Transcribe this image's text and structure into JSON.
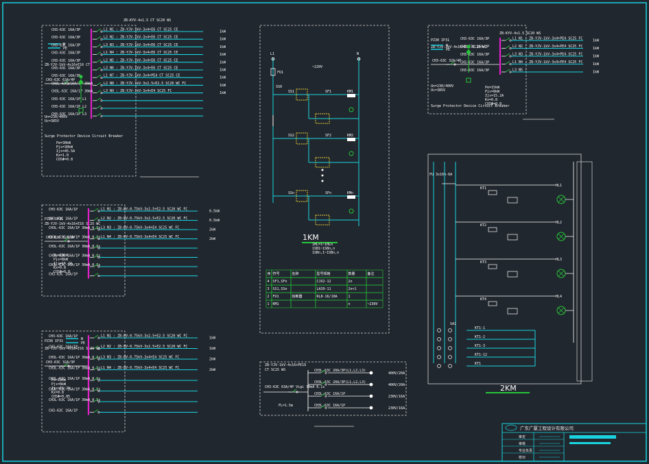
{
  "title_block": {
    "company": "广东广厦工程设计有限公司",
    "rows": [
      "审定",
      "审核",
      "专业负责",
      "校对"
    ]
  },
  "diagram_labels": {
    "km1": "1KM",
    "km2": "2KM",
    "supply_voltage": "~220V",
    "phase_terminal": "L1",
    "neutral_terminal": "N",
    "fuse": "FU1",
    "stop_button": "SS0"
  },
  "panel1": {
    "header": "ZB-KYV-4x1.5 CT SC20 WS",
    "incoming": "ZB-YJV-1kV-4x16+E16 CT",
    "breaker_main": "CH3-63C 63A/4P",
    "params": [
      "Un=230/400V",
      "Uc=385V"
    ],
    "spd": "Surge Protector Device Circuit Breaker",
    "calc": [
      "Pe=30kW",
      "Pjs=30kW",
      "Ijs=45.5A",
      "Kx=1.0",
      "COSΦ=0.8"
    ],
    "circuits": [
      {
        "breaker": "CH3-63C 16A/3P",
        "line": "L1  N1 : ZB-YJV-1kV-3x4+E6 CT SC25 CE",
        "load": "1kW"
      },
      {
        "breaker": "CH3-63C 16A/3P",
        "line": "L2  N2 : ZB-YJV-1kV-3x4+E6 CT SC25 CE",
        "load": "1kW"
      },
      {
        "breaker": "CH3-63C 16A/3P",
        "line": "L3  N3 : ZB-YJV-1kV-3x4+E6 CT SC25 CE",
        "load": "1kW"
      },
      {
        "breaker": "CH3-63C 16A/3P",
        "line": "L1  N4 : ZB-YJV-1kV-3x4+E6 CT SC25 CE",
        "load": "1kW"
      },
      {
        "breaker": "CH3-63C 16A/3P",
        "line": "L2  N5 : ZB-YJV-1kV-3x4+E6 CT SC25 CE",
        "load": "1kW"
      },
      {
        "breaker": "CH3-63C 16A/3P",
        "line": "L3  N6 : ZB-YJV-1kV-3x4+E6 CT SC25 CE",
        "load": "1kW"
      },
      {
        "breaker": "CH3-63C 16A/3P",
        "line": "L1  N7 : ZB-YJV-1kV-3x4+PE4 CT SC25 CE",
        "load": "1kW"
      },
      {
        "breaker": "CH3L-63C 16A/1P 30mA",
        "line": "L2  N8 : ZB-YJV-1kV-3x2.5+E2.5 SC20 WC FC",
        "load": "1kW"
      },
      {
        "breaker": "CH3L-63C 16A/1P 30mA",
        "line": "L3  N9 : ZB-YJV-1kV-3x4+E4 SC25 FC",
        "load": "1kW"
      }
    ],
    "spares": [
      "CH3-63C 16A/1P  L1",
      "CH3-63C 16A/1P  L2",
      "CH3-63C 16A/1P  L3"
    ]
  },
  "panel2": {
    "header": "PZ30 IP31",
    "incoming": "ZB-YJV-1kV-4x16+E16 SC25 WC",
    "breaker_main": "CH3-63C 32A/3P",
    "calc": [
      "Pe=10kW",
      "Pjs=8kW",
      "Ijs=15.2A",
      "Kx=0.8",
      "COSΦ=0.8"
    ],
    "circuits": [
      {
        "breaker": "CH3-63C 16A/1P",
        "line": "L1  N1 : ZB-BV-0.75kV-3x2.5+E2.5 SC20 WC FC",
        "load": "0.5kW"
      },
      {
        "breaker": "CH3-63C 16A/1P",
        "line": "L2  N2 : ZB-BV-0.75kV-3x2.5+E2.5 SC20 WC FC",
        "load": "0.5kW"
      },
      {
        "breaker": "CH3L-63C 16A/1P 30mA 0.1s",
        "line": "L3  N3 : ZB-BV-0.75kV-3x4+E4 SC25 WC FC",
        "load": "2kW"
      },
      {
        "breaker": "CH3L-63C 16A/1P 30mA 0.1s",
        "line": "L1  N4 : ZB-BV-0.75kV-3x4+E4 SC25 WC FC",
        "load": "2kW"
      },
      {
        "breaker": "CH3L-63C 16A/1P 30mA 0.1s",
        "line": "",
        "load": ""
      },
      {
        "breaker": "CH3L-63C 16A/1P 30mA 0.1s",
        "line": "",
        "load": ""
      },
      {
        "breaker": "CH3L-63C 16A/1P 30mA 0.1s",
        "line": "",
        "load": ""
      },
      {
        "breaker": "CH3-63C 16A/1P",
        "line": "",
        "load": ""
      }
    ]
  },
  "panel3": {
    "header": "PZ30 IP31",
    "incoming": "ZB-YJV-1kV-4x16+E16 SC25 WC",
    "breaker_main": "CH3-63C 32A/3P",
    "calc": [
      "Pe=10kW",
      "Pjs=8kW",
      "Ijs=15.2A",
      "Kx=0.8",
      "COSΦ=0.85"
    ],
    "circuits": [
      {
        "breaker": "CH3-63C 16A/1P",
        "line": "L1  N1 : ZB-BV-0.75kV-3x2.5+E2.5 SC20 WC FC",
        "load": "1kW"
      },
      {
        "breaker": "CH3-63C 16A/1P",
        "line": "L2  N2 : ZB-BV-0.75kV-3x2.5+E2.5 SC20 WC FC",
        "load": "1kW"
      },
      {
        "breaker": "CH3L-63C 16A/1P 30mA 0.1s",
        "line": "L3  N3 : ZB-BV-0.75kV-3x4+E4 SC25 WC FC",
        "load": "2kW"
      },
      {
        "breaker": "CH3L-63C 16A/1P 30mA 0.1s",
        "line": "L1  N4 : ZB-BV-0.75kV-3x4+E4 SC25 WC FC",
        "load": "2kW"
      },
      {
        "breaker": "CH3L-63C 16A/1P 30mA 0.1s",
        "line": "",
        "load": ""
      },
      {
        "breaker": "CH3L-63C 16A/1P 30mA 0.1s",
        "line": "",
        "load": ""
      },
      {
        "breaker": "CH3L-63C 16A/1P 30mA 0.1s",
        "line": "",
        "load": ""
      },
      {
        "breaker": "CH3-63C 16A/1P",
        "line": "",
        "load": ""
      }
    ]
  },
  "panel4": {
    "header": "ZB-YJV-1kV-4x16+PE16",
    "conduit": "CT SC25 WS",
    "breaker_main": "CH3-63C 63A/4P Vigi 30mA 0.1s",
    "fl": "FL=1.5m",
    "circuits": [
      {
        "breaker": "CH3L-63C 20A/3P(L1,L2,L3)",
        "load": "400V/20A"
      },
      {
        "breaker": "CH3L-63C 20A/3P(L1,L2,L3)",
        "load": "400V/20A"
      },
      {
        "breaker": "CH3L-63C 16A/1P",
        "load": "230V/16A"
      },
      {
        "breaker": "CH3L-63C 16A/1P",
        "load": "230V/16A"
      }
    ]
  },
  "panel5": {
    "header": "ZB-KYV-4x1.5 SC20 WS",
    "sub": "PZ30 IP31",
    "incoming": "ZB-YJV-1kV-4x10+E10 SC25 WC",
    "breaker_main": "CH3-63C 32A/4P",
    "params": [
      "Un=230/400V",
      "Uc=385V"
    ],
    "spd": "Surge Protector Device Circuit Breaker",
    "calc": [
      "Pe=15kW",
      "Pjs=8kW",
      "Ijs=15.2A",
      "Kx=0.8",
      "COSΦ=0.8"
    ],
    "circuits": [
      {
        "breaker": "CH3-63C 16A/3P",
        "line": "L1  N1 : ZB-YJV-1kV-3x4+PE4 SC25 FC",
        "load": "1kW"
      },
      {
        "breaker": "CH3-63C 16A/3P",
        "line": "L2  N2 : ZB-YJV-1kV-3x4+PE4 SC25 FC",
        "load": "1kW"
      },
      {
        "breaker": "CH3-63C 16A/3P",
        "line": "L3  N3 : ZB-YJV-1kV-3x4+PE4 SC25 FC",
        "load": "1kW"
      },
      {
        "breaker": "CH3-63C 16A/3P",
        "line": "L1  N4 : ZB-YJV-1kV-3x4+PE4 SC25 FC",
        "load": "1kW"
      },
      {
        "breaker": "CH3-63C 16A/3P",
        "line": "L3  N5 :",
        "load": "1kW"
      }
    ]
  },
  "ctrl1": {
    "switches": [
      "SS1",
      "SS2",
      "SSn"
    ],
    "contacts": [
      "SF1",
      "SF2",
      "SFn"
    ],
    "coils": [
      "KM1",
      "KM2",
      "KMn"
    ],
    "notes": [
      "1HL=1~1HLn",
      "1SB1~1SBn,n",
      "1SBn,1~1SBn,n"
    ],
    "table": [
      [
        "序",
        "符号",
        "名称",
        "型号规格",
        "数量",
        "备注"
      ],
      [
        "4",
        "SF1,SFn",
        "",
        "CJX2-12",
        "2n",
        ""
      ],
      [
        "3",
        "SS1,SSn",
        "",
        "LA39-11",
        "2n+1",
        ""
      ],
      [
        "2",
        "FU1",
        "熔断器",
        "RL8-16/10A",
        "1",
        ""
      ],
      [
        "1",
        "KM1",
        "",
        "",
        "n",
        "~230V"
      ]
    ]
  },
  "ctrl2": {
    "header": "FU 3x10A-6A",
    "relays": [
      "KT1",
      "KT2",
      "KT3",
      "KT4"
    ],
    "lamps": [
      "HL1",
      "HL2",
      "HL3",
      "HL4"
    ],
    "timer_labels": [
      "KT1-1",
      "KT1-2",
      "KT1-3",
      "KT1-12",
      "KT1"
    ],
    "selector": "SA1"
  }
}
